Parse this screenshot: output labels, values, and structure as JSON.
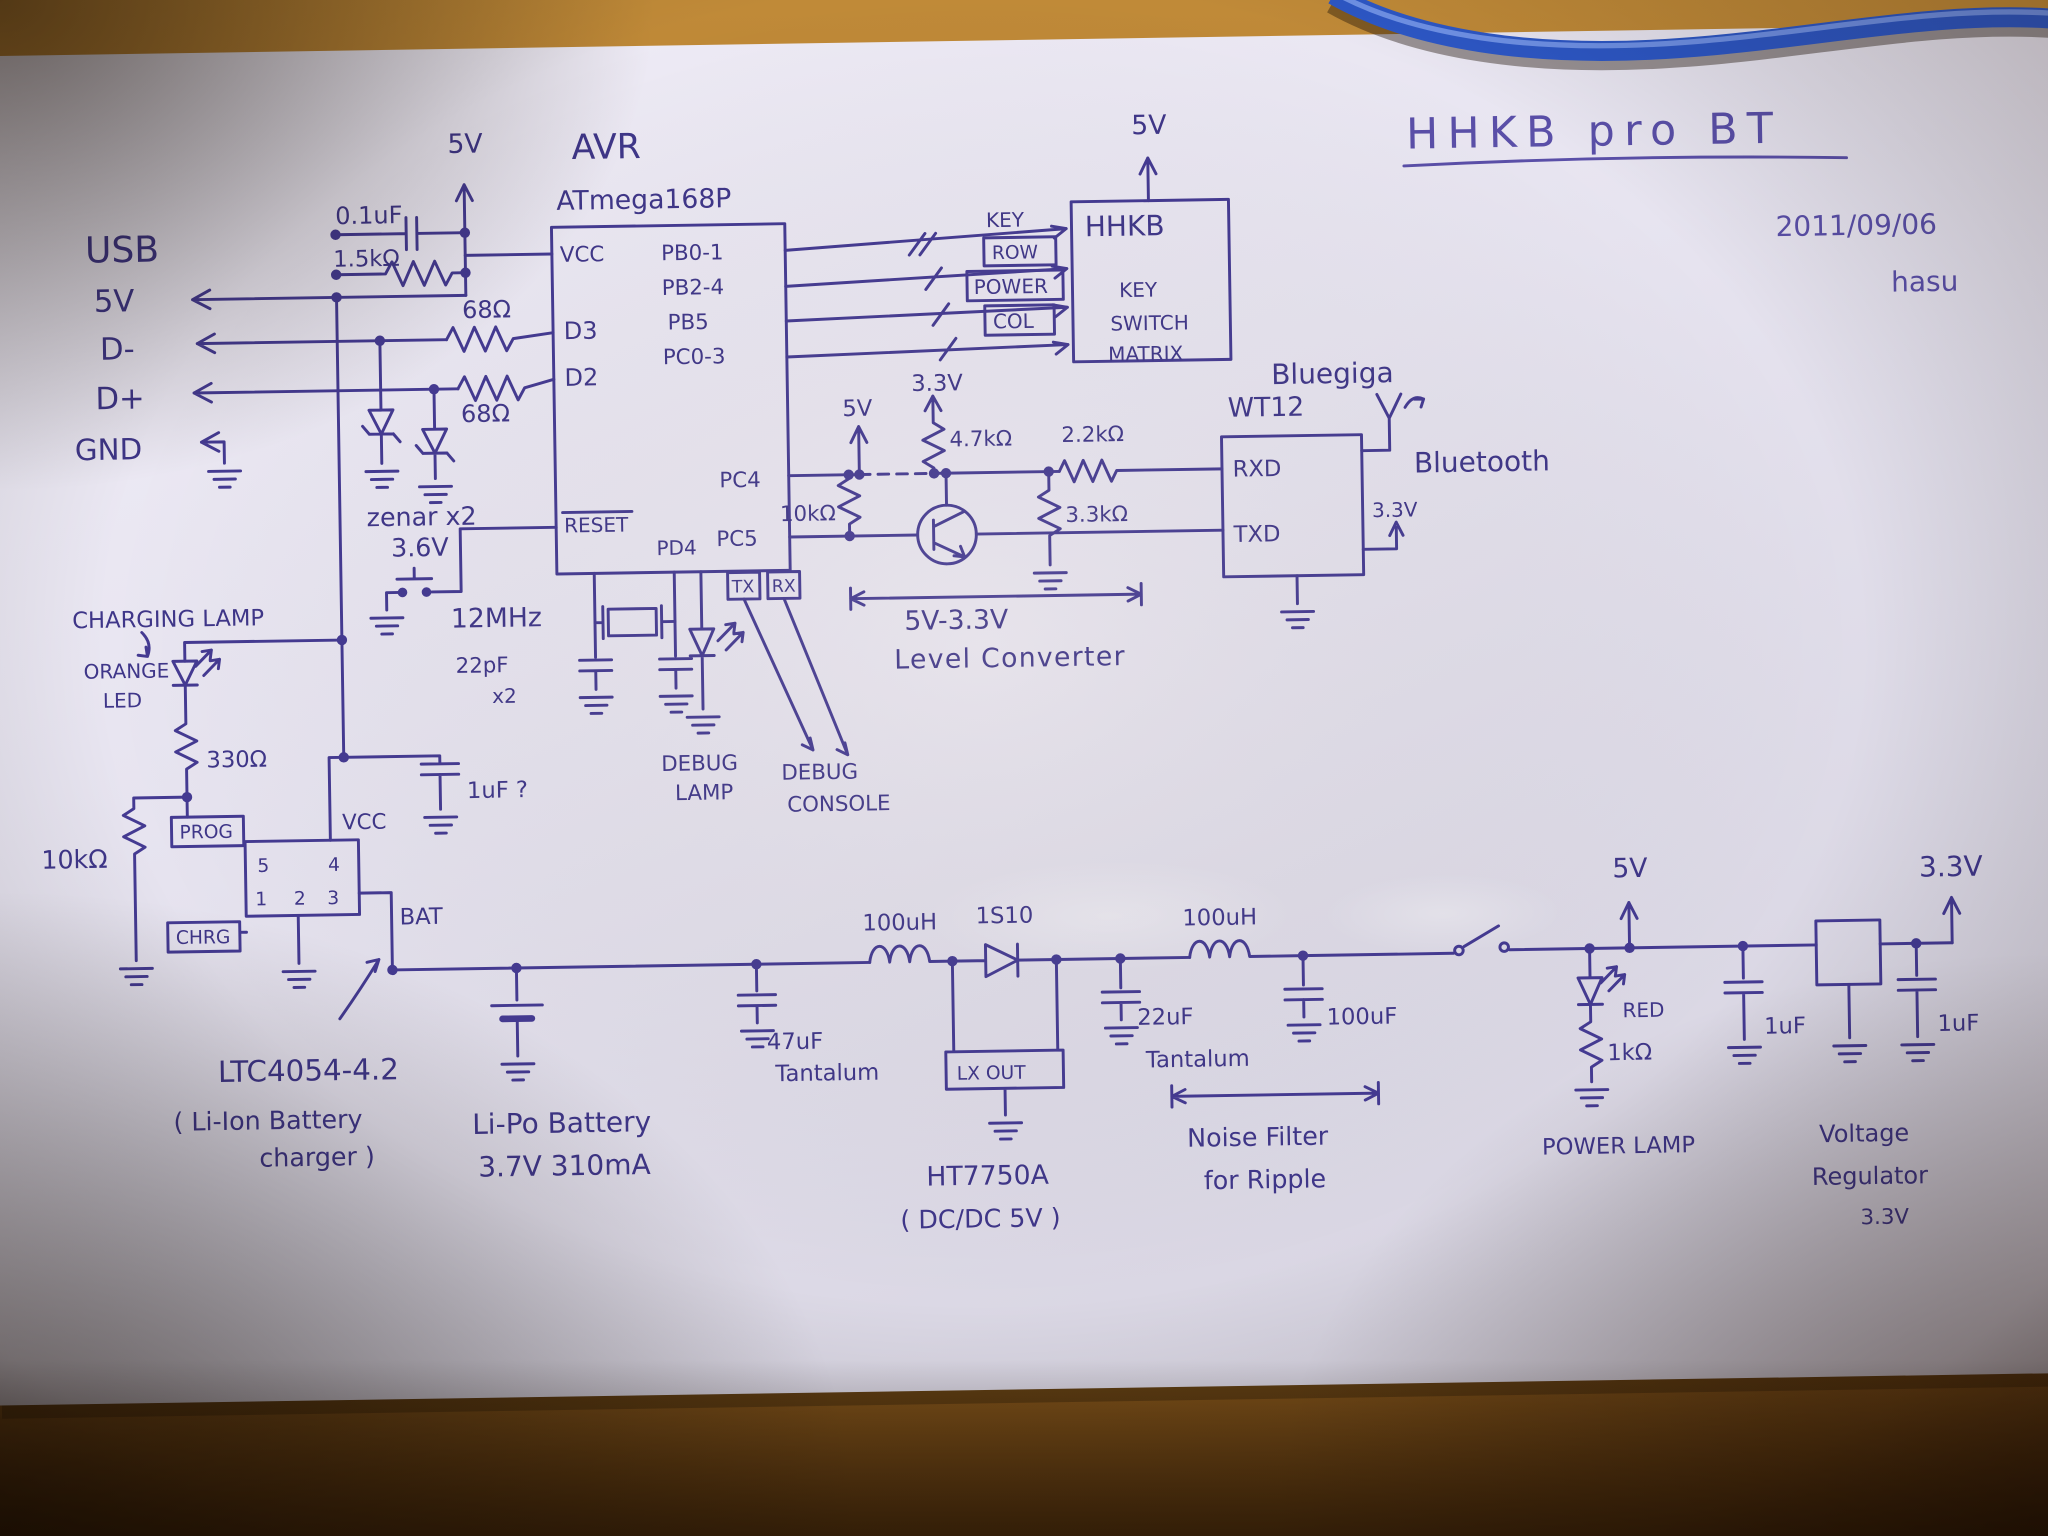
{
  "colors": {
    "ink": "#443a92",
    "paper": "#e9e6f2",
    "wood": "#a9712a",
    "cable": "#2d57c5"
  },
  "note": {
    "title": "HHKB pro BT",
    "date": "2011/09/06",
    "author": "hasu"
  },
  "usb": {
    "header": "USB",
    "pin_5v": "5V",
    "pin_dminus": "D-",
    "pin_dplus": "D+",
    "pin_gnd": "GND"
  },
  "front": {
    "cap01": "0.1uF",
    "r15k": "1.5kΩ",
    "rail5v": "5V",
    "r68a": "68Ω",
    "r68b": "68Ω",
    "zener": "zenar x2",
    "zener_v": "3.6V"
  },
  "avr": {
    "name": "AVR",
    "part": "ATmega168P",
    "pins": {
      "vcc": "VCC",
      "d3": "D3",
      "d2": "D2",
      "reset": "RESET",
      "pd4": "PD4",
      "pb01": "PB0-1",
      "pb24": "PB2-4",
      "pb5": "PB5",
      "pc03": "PC0-3",
      "pc4": "PC4",
      "pc5": "PC5"
    }
  },
  "bus": {
    "key": "KEY",
    "row": "ROW",
    "power": "POWER",
    "col": "COL"
  },
  "hhkb": {
    "name": "HHKB",
    "l1": "KEY",
    "l2": "SWITCH",
    "l3": "MATRIX",
    "rail": "5V"
  },
  "bt": {
    "vendor": "Bluegiga",
    "part": "WT12",
    "rxd": "RXD",
    "txd": "TXD",
    "antenna": "Bluetooth",
    "v33": "3.3V"
  },
  "level": {
    "v5": "5V",
    "v33": "3.3V",
    "r47k": "4.7kΩ",
    "r22k": "2.2kΩ",
    "r33k": "3.3kΩ",
    "r10k": "10kΩ",
    "cap": "5V-3.3V",
    "name": "Level Converter"
  },
  "clock": {
    "xtal": "12MHz",
    "cap": "22pF",
    "qty": "x2"
  },
  "debug": {
    "tx": "TX",
    "rx": "RX",
    "lamp1": "DEBUG",
    "lamp2": "LAMP",
    "con1": "DEBUG",
    "con2": "CONSOLE"
  },
  "charger": {
    "lamp": "CHARGING LAMP",
    "led1": "ORANGE",
    "led2": "LED",
    "r330": "330Ω",
    "r10k": "10kΩ",
    "prog": "PROG",
    "chrg": "CHRG",
    "vcc": "VCC",
    "bat": "BAT",
    "p1": "1",
    "p2": "2",
    "p3": "3",
    "p4": "4",
    "p5": "5",
    "cap": "1uF ?",
    "part": "LTC4054-4.2",
    "desc1": "( Li-Ion Battery",
    "desc2": "charger )"
  },
  "battery": {
    "name": "Li-Po Battery",
    "spec": "3.7V 310mA"
  },
  "boost": {
    "l1": "100uH",
    "diode": "1S10",
    "l2": "100uH",
    "cin": "47uF",
    "tant1": "Tantalum",
    "lx": "LX OUT",
    "part": "HT7750A",
    "desc": "( DC/DC 5V )",
    "cout": "22uF",
    "tant2": "Tantalum",
    "cbulk": "100uF",
    "nf1": "Noise Filter",
    "nf2": "for Ripple"
  },
  "plamp": {
    "rail": "5V",
    "color": "RED",
    "r1k": "1kΩ",
    "name": "POWER LAMP"
  },
  "reg": {
    "cin": "1uF",
    "cout": "1uF",
    "v33": "3.3V",
    "n1": "Voltage",
    "n2": "Regulator",
    "n3": "3.3V"
  }
}
